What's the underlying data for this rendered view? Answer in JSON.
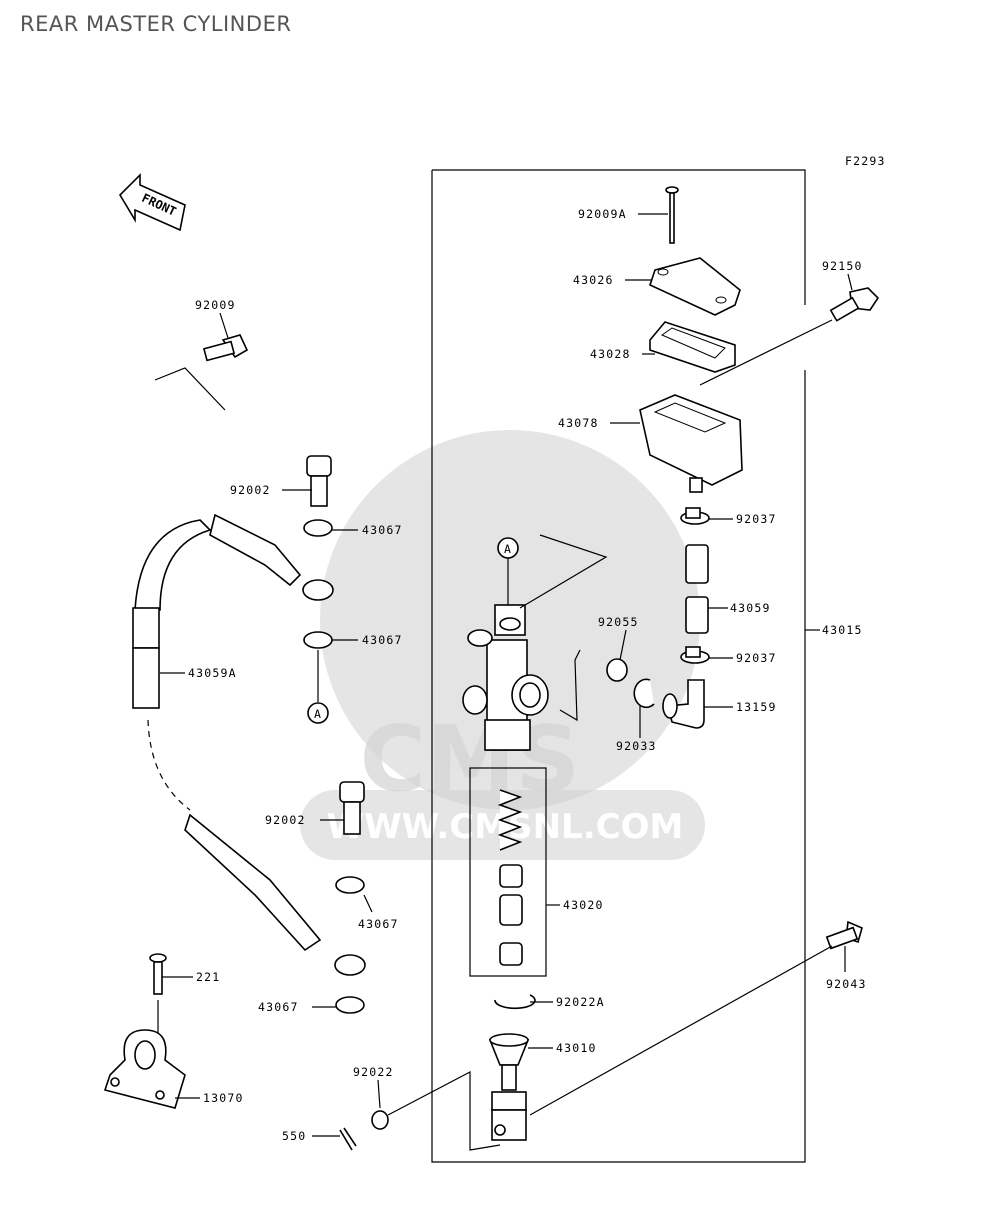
{
  "title": "REAR MASTER CYLINDER",
  "figure_code": "F2293",
  "direction_label": "FRONT",
  "watermark": {
    "brand": "CMS",
    "url": "WWW.CMSNL.COM"
  },
  "reference_marker": "A",
  "parts": [
    {
      "id": "p-92009A",
      "label": "92009A"
    },
    {
      "id": "p-43026",
      "label": "43026"
    },
    {
      "id": "p-92150",
      "label": "92150"
    },
    {
      "id": "p-43028",
      "label": "43028"
    },
    {
      "id": "p-43078",
      "label": "43078"
    },
    {
      "id": "p-92009",
      "label": "92009"
    },
    {
      "id": "p-92002a",
      "label": "92002"
    },
    {
      "id": "p-43067a",
      "label": "43067"
    },
    {
      "id": "p-92037a",
      "label": "92037"
    },
    {
      "id": "p-43059",
      "label": "43059"
    },
    {
      "id": "p-92055",
      "label": "92055"
    },
    {
      "id": "p-43015",
      "label": "43015"
    },
    {
      "id": "p-43067b",
      "label": "43067"
    },
    {
      "id": "p-92037b",
      "label": "92037"
    },
    {
      "id": "p-43059A",
      "label": "43059A"
    },
    {
      "id": "p-13159",
      "label": "13159"
    },
    {
      "id": "p-92033",
      "label": "92033"
    },
    {
      "id": "p-92002b",
      "label": "92002"
    },
    {
      "id": "p-43067c",
      "label": "43067"
    },
    {
      "id": "p-43020",
      "label": "43020"
    },
    {
      "id": "p-92043",
      "label": "92043"
    },
    {
      "id": "p-221",
      "label": "221"
    },
    {
      "id": "p-43067d",
      "label": "43067"
    },
    {
      "id": "p-92022A",
      "label": "92022A"
    },
    {
      "id": "p-43010",
      "label": "43010"
    },
    {
      "id": "p-92022",
      "label": "92022"
    },
    {
      "id": "p-13070",
      "label": "13070"
    },
    {
      "id": "p-550",
      "label": "550"
    }
  ]
}
